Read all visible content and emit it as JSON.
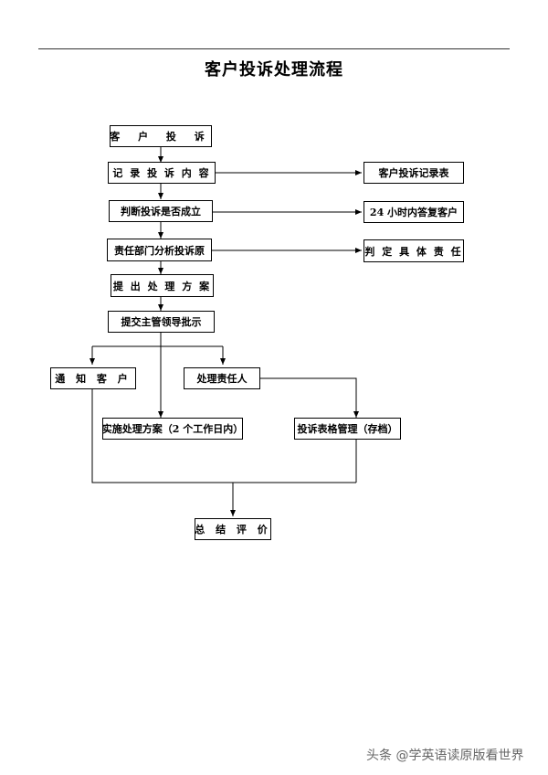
{
  "title": "客户投诉处理流程",
  "nodes": {
    "customer_complaint": "客 户 投 诉",
    "record_complaint": "记 录 投 诉 内 容",
    "complaint_record_form": "客户投诉记录表",
    "judge_validity": "判断投诉是否成立",
    "reply_24h": "24 小时内答复客户",
    "dept_analysis": "责任部门分析投诉原",
    "determine_responsibility": "判 定 具 体 责 任",
    "propose_plan": "提 出 处 理 方 案",
    "submit_approval": "提交主管领导批示",
    "notify_customer": "通 知 客 户",
    "handle_responsible": "处理责任人",
    "implement_plan": "实施处理方案（2 个工作日内）",
    "form_management": "投诉表格管理（存档）",
    "summary_evaluation": "总 结 评 价"
  },
  "watermark": "头条 @学英语读原版看世界"
}
